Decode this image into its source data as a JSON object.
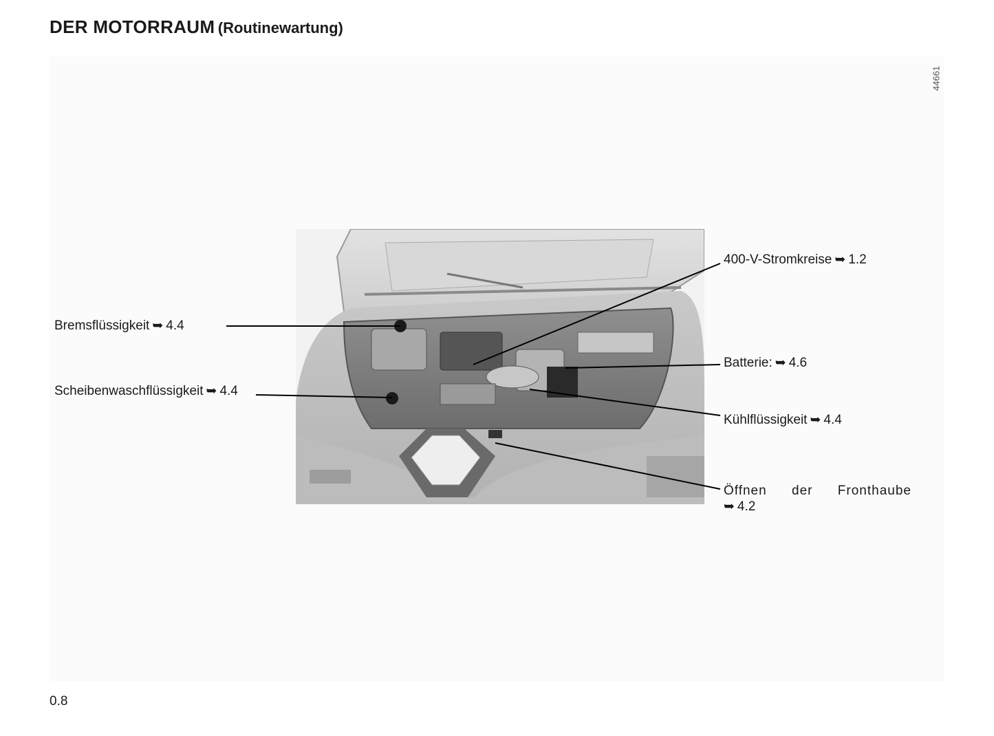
{
  "page": {
    "title_main": "DER MOTORRAUM",
    "title_sub": "(Routinewartung)",
    "figure_id": "44661",
    "page_number": "0.8"
  },
  "labels": {
    "arrow": "➥",
    "bremsfluessigkeit": {
      "text": "Bremsflüssigkeit",
      "ref": "4.4"
    },
    "scheibenwasch": {
      "text": "Scheibenwaschflüssigkeit",
      "ref": "4.4"
    },
    "stromkreise": {
      "text": "400-V-Stromkreise",
      "ref": "1.2"
    },
    "batterie": {
      "text": "Batterie:",
      "ref": "4.6"
    },
    "kuehlfluessigkeit": {
      "text": "Kühlflüssigkeit",
      "ref": "4.4"
    },
    "fronthaube": {
      "text": "Öffnen der Fronthaube",
      "ref": "4.2"
    }
  },
  "icons": [
    "engine-bay-photo",
    "leader-line",
    "reference-arrow-icon"
  ]
}
